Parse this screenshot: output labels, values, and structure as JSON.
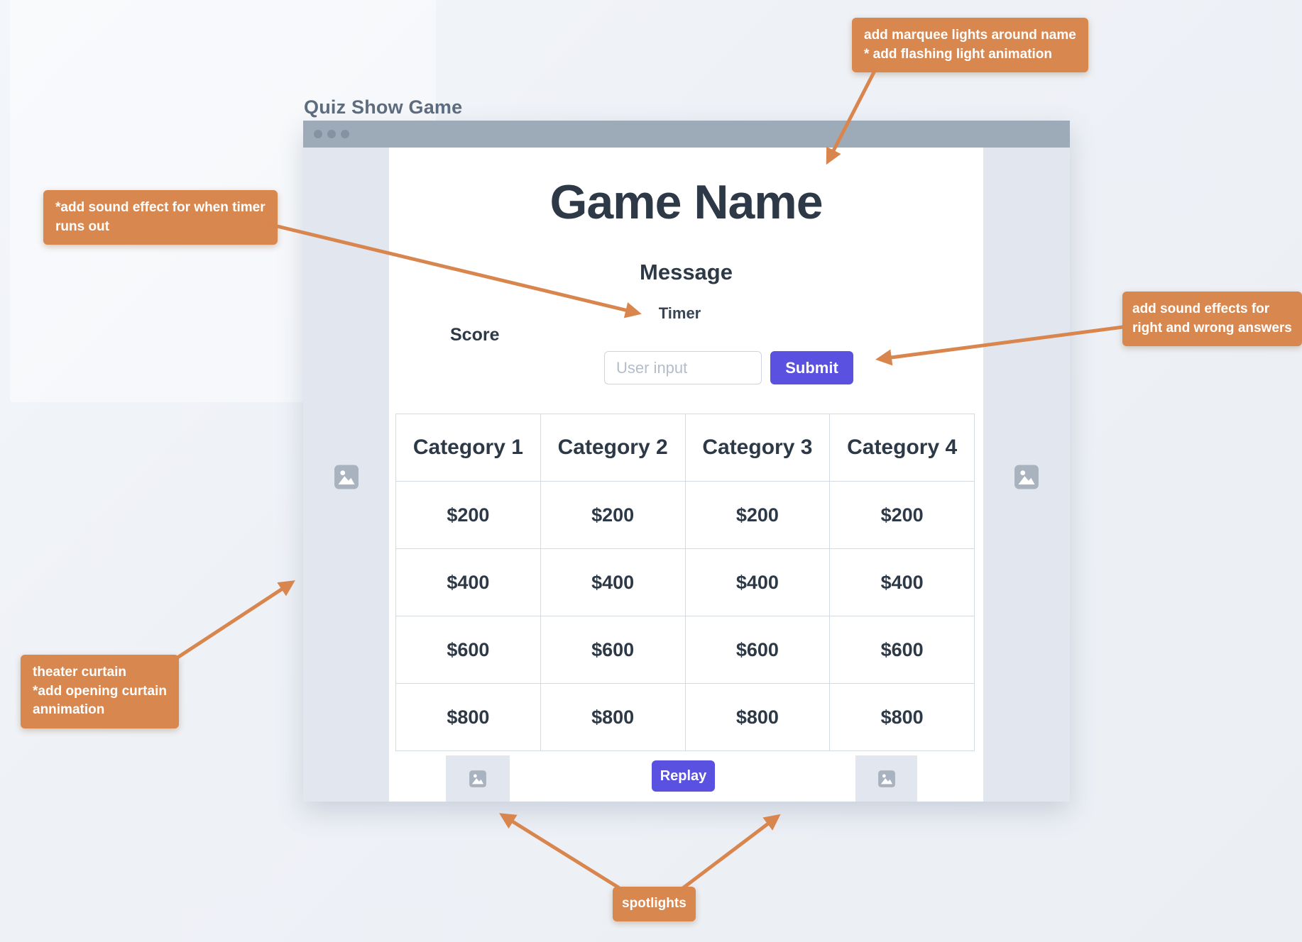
{
  "page": {
    "window_label": "Quiz Show Game"
  },
  "game": {
    "title": "Game Name",
    "message": "Message",
    "timer_label": "Timer",
    "score_label": "Score",
    "input_placeholder": "User input",
    "submit_label": "Submit",
    "replay_label": "Replay"
  },
  "board": {
    "columns": [
      "Category 1",
      "Category 2",
      "Category 3",
      "Category 4"
    ],
    "rows": [
      [
        "$200",
        "$200",
        "$200",
        "$200"
      ],
      [
        "$400",
        "$400",
        "$400",
        "$400"
      ],
      [
        "$600",
        "$600",
        "$600",
        "$600"
      ],
      [
        "$800",
        "$800",
        "$800",
        "$800"
      ]
    ]
  },
  "annotations": {
    "marquee": {
      "lines": [
        "add marquee lights around name",
        "* add flashing light animation"
      ]
    },
    "timer_sound": {
      "lines": [
        "*add sound effect for when timer",
        "runs out"
      ]
    },
    "answer_sounds": {
      "lines": [
        "add sound effects for",
        "right and wrong answers"
      ]
    },
    "curtain": {
      "lines": [
        "theater curtain",
        "*add opening curtain",
        "annimation"
      ]
    },
    "spotlights": {
      "label": "spotlights"
    }
  },
  "icons": {
    "placeholder": "image-placeholder-icon"
  },
  "colors": {
    "accent_purple": "#5a51e0",
    "annotation_orange": "#d8874e",
    "text_dark": "#2d3947",
    "browser_bar": "#9dabb8",
    "curtain_gray": "#e2e6ee",
    "table_border": "#d4dae2",
    "placeholder_icon_gray": "#a9b3bf"
  }
}
